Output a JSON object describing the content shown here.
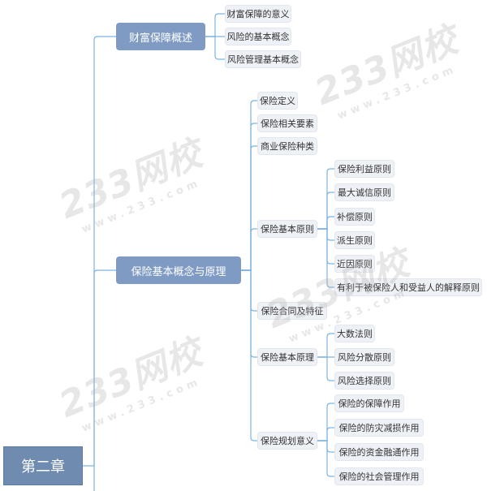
{
  "root": {
    "label": "第二章"
  },
  "branches": [
    {
      "label": "财富保障概述",
      "children": [
        {
          "label": "财富保障的意义"
        },
        {
          "label": "风险的基本概念"
        },
        {
          "label": "风险管理基本概念"
        }
      ]
    },
    {
      "label": "保险基本概念与原理",
      "children": [
        {
          "label": "保险定义"
        },
        {
          "label": "保险相关要素"
        },
        {
          "label": "商业保险种类"
        },
        {
          "label": "保险基本原则",
          "children": [
            {
              "label": "保险利益原则"
            },
            {
              "label": "最大诚信原则"
            },
            {
              "label": "补偿原则"
            },
            {
              "label": "派生原则"
            },
            {
              "label": "近因原则"
            },
            {
              "label": "有利于被保险人和受益人的解释原则"
            }
          ]
        },
        {
          "label": "保险合同及特征"
        },
        {
          "label": "保险基本原理",
          "children": [
            {
              "label": "大数法则"
            },
            {
              "label": "风险分散原则"
            },
            {
              "label": "风险选择原则"
            }
          ]
        },
        {
          "label": "保险规划意义",
          "children": [
            {
              "label": "保险的保障作用"
            },
            {
              "label": "保险的防灾减损作用"
            },
            {
              "label": "保险的资金融通作用"
            },
            {
              "label": "保险的社会管理作用"
            }
          ]
        }
      ]
    }
  ],
  "watermarks": [
    {
      "main": "233网校",
      "sub": "www.233.com"
    },
    {
      "main": "233网校",
      "sub": "www.233.com"
    },
    {
      "main": "233网校",
      "sub": "www.233.com"
    },
    {
      "main": "233网校",
      "sub": "www.233.com"
    }
  ],
  "colors": {
    "line": "#7cb3e0",
    "root_fill": "#6f8bb0",
    "branch_fill": "#7f9bc4",
    "leaf_fill": "#eef1f6"
  }
}
